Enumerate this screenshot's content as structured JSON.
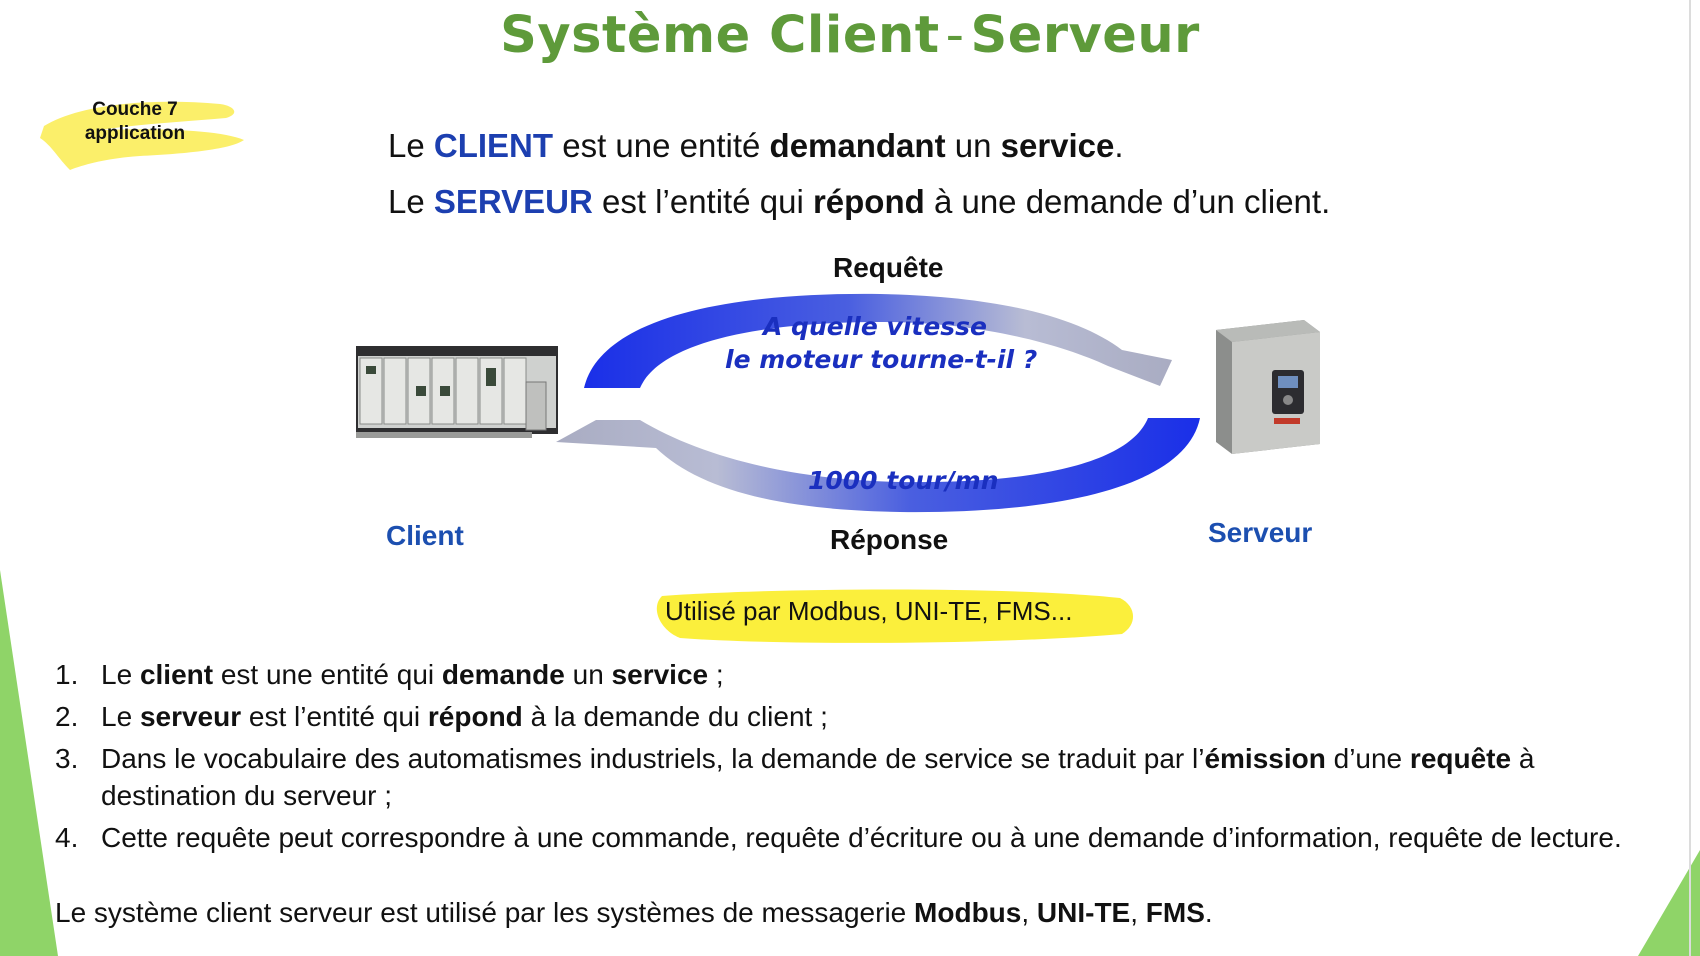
{
  "title": {
    "part1": "Système Client",
    "dash": "-",
    "part2": "Serveur"
  },
  "badge": {
    "line1": "Couche 7",
    "line2": "application"
  },
  "definitions": {
    "client": {
      "pre": "Le ",
      "keyword": "CLIENT",
      "mid": " est une entité ",
      "bold1": "demandant",
      "mid2": " un ",
      "bold2": "service",
      "post": "."
    },
    "server": {
      "pre": "Le ",
      "keyword": "SERVEUR",
      "mid": " est l’entité qui ",
      "bold1": "répond",
      "post": " à une demande d’un client."
    }
  },
  "diagram": {
    "request_label": "Requête",
    "request_msg_line1": "A quelle vitesse",
    "request_msg_line2": "le moteur tourne-t-il ?",
    "response_msg": "1000 tour/mn",
    "response_label": "Réponse",
    "client_label": "Client",
    "server_label": "Serveur"
  },
  "highlight_note": "Utilisé par Modbus, UNI-TE, FMS...",
  "points": [
    {
      "num": "1.",
      "parts": [
        {
          "t": "Le ",
          "b": false
        },
        {
          "t": "client",
          "b": true
        },
        {
          "t": " est une entité qui ",
          "b": false
        },
        {
          "t": "demande",
          "b": true
        },
        {
          "t": " un ",
          "b": false
        },
        {
          "t": "service",
          "b": true
        },
        {
          "t": " ;",
          "b": false
        }
      ]
    },
    {
      "num": "2.",
      "parts": [
        {
          "t": "Le ",
          "b": false
        },
        {
          "t": "serveur",
          "b": true
        },
        {
          "t": " est l’entité qui ",
          "b": false
        },
        {
          "t": "répond",
          "b": true
        },
        {
          "t": " à la demande du client ;",
          "b": false
        }
      ]
    },
    {
      "num": "3.",
      "parts": [
        {
          "t": "Dans le vocabulaire des automatismes industriels, la demande de service se traduit par l’",
          "b": false
        },
        {
          "t": "émission",
          "b": true
        },
        {
          "t": " d’une ",
          "b": false
        },
        {
          "t": "requête",
          "b": true
        },
        {
          "t": " à destination du serveur ;",
          "b": false
        }
      ]
    },
    {
      "num": "4.",
      "parts": [
        {
          "t": "Cette requête peut correspondre à une commande, requête d’écriture ou à une demande d’information, requête de lecture.",
          "b": false
        }
      ]
    }
  ],
  "footer": [
    {
      "t": "Le système client serveur est utilisé par les systèmes de messagerie ",
      "b": false
    },
    {
      "t": "Modbus",
      "b": true
    },
    {
      "t": ", ",
      "b": false
    },
    {
      "t": "UNI-TE",
      "b": true
    },
    {
      "t": ", ",
      "b": false
    },
    {
      "t": "FMS",
      "b": true
    },
    {
      "t": ".",
      "b": false
    }
  ],
  "colors": {
    "title": "#5e9a3a",
    "accent_blue": "#1c3fb0",
    "arrow_blue": "#1f3fe0",
    "arrow_gray": "#a8acc8",
    "highlight_yellow": "#fbef3c",
    "corner_green": "#8fd468"
  }
}
